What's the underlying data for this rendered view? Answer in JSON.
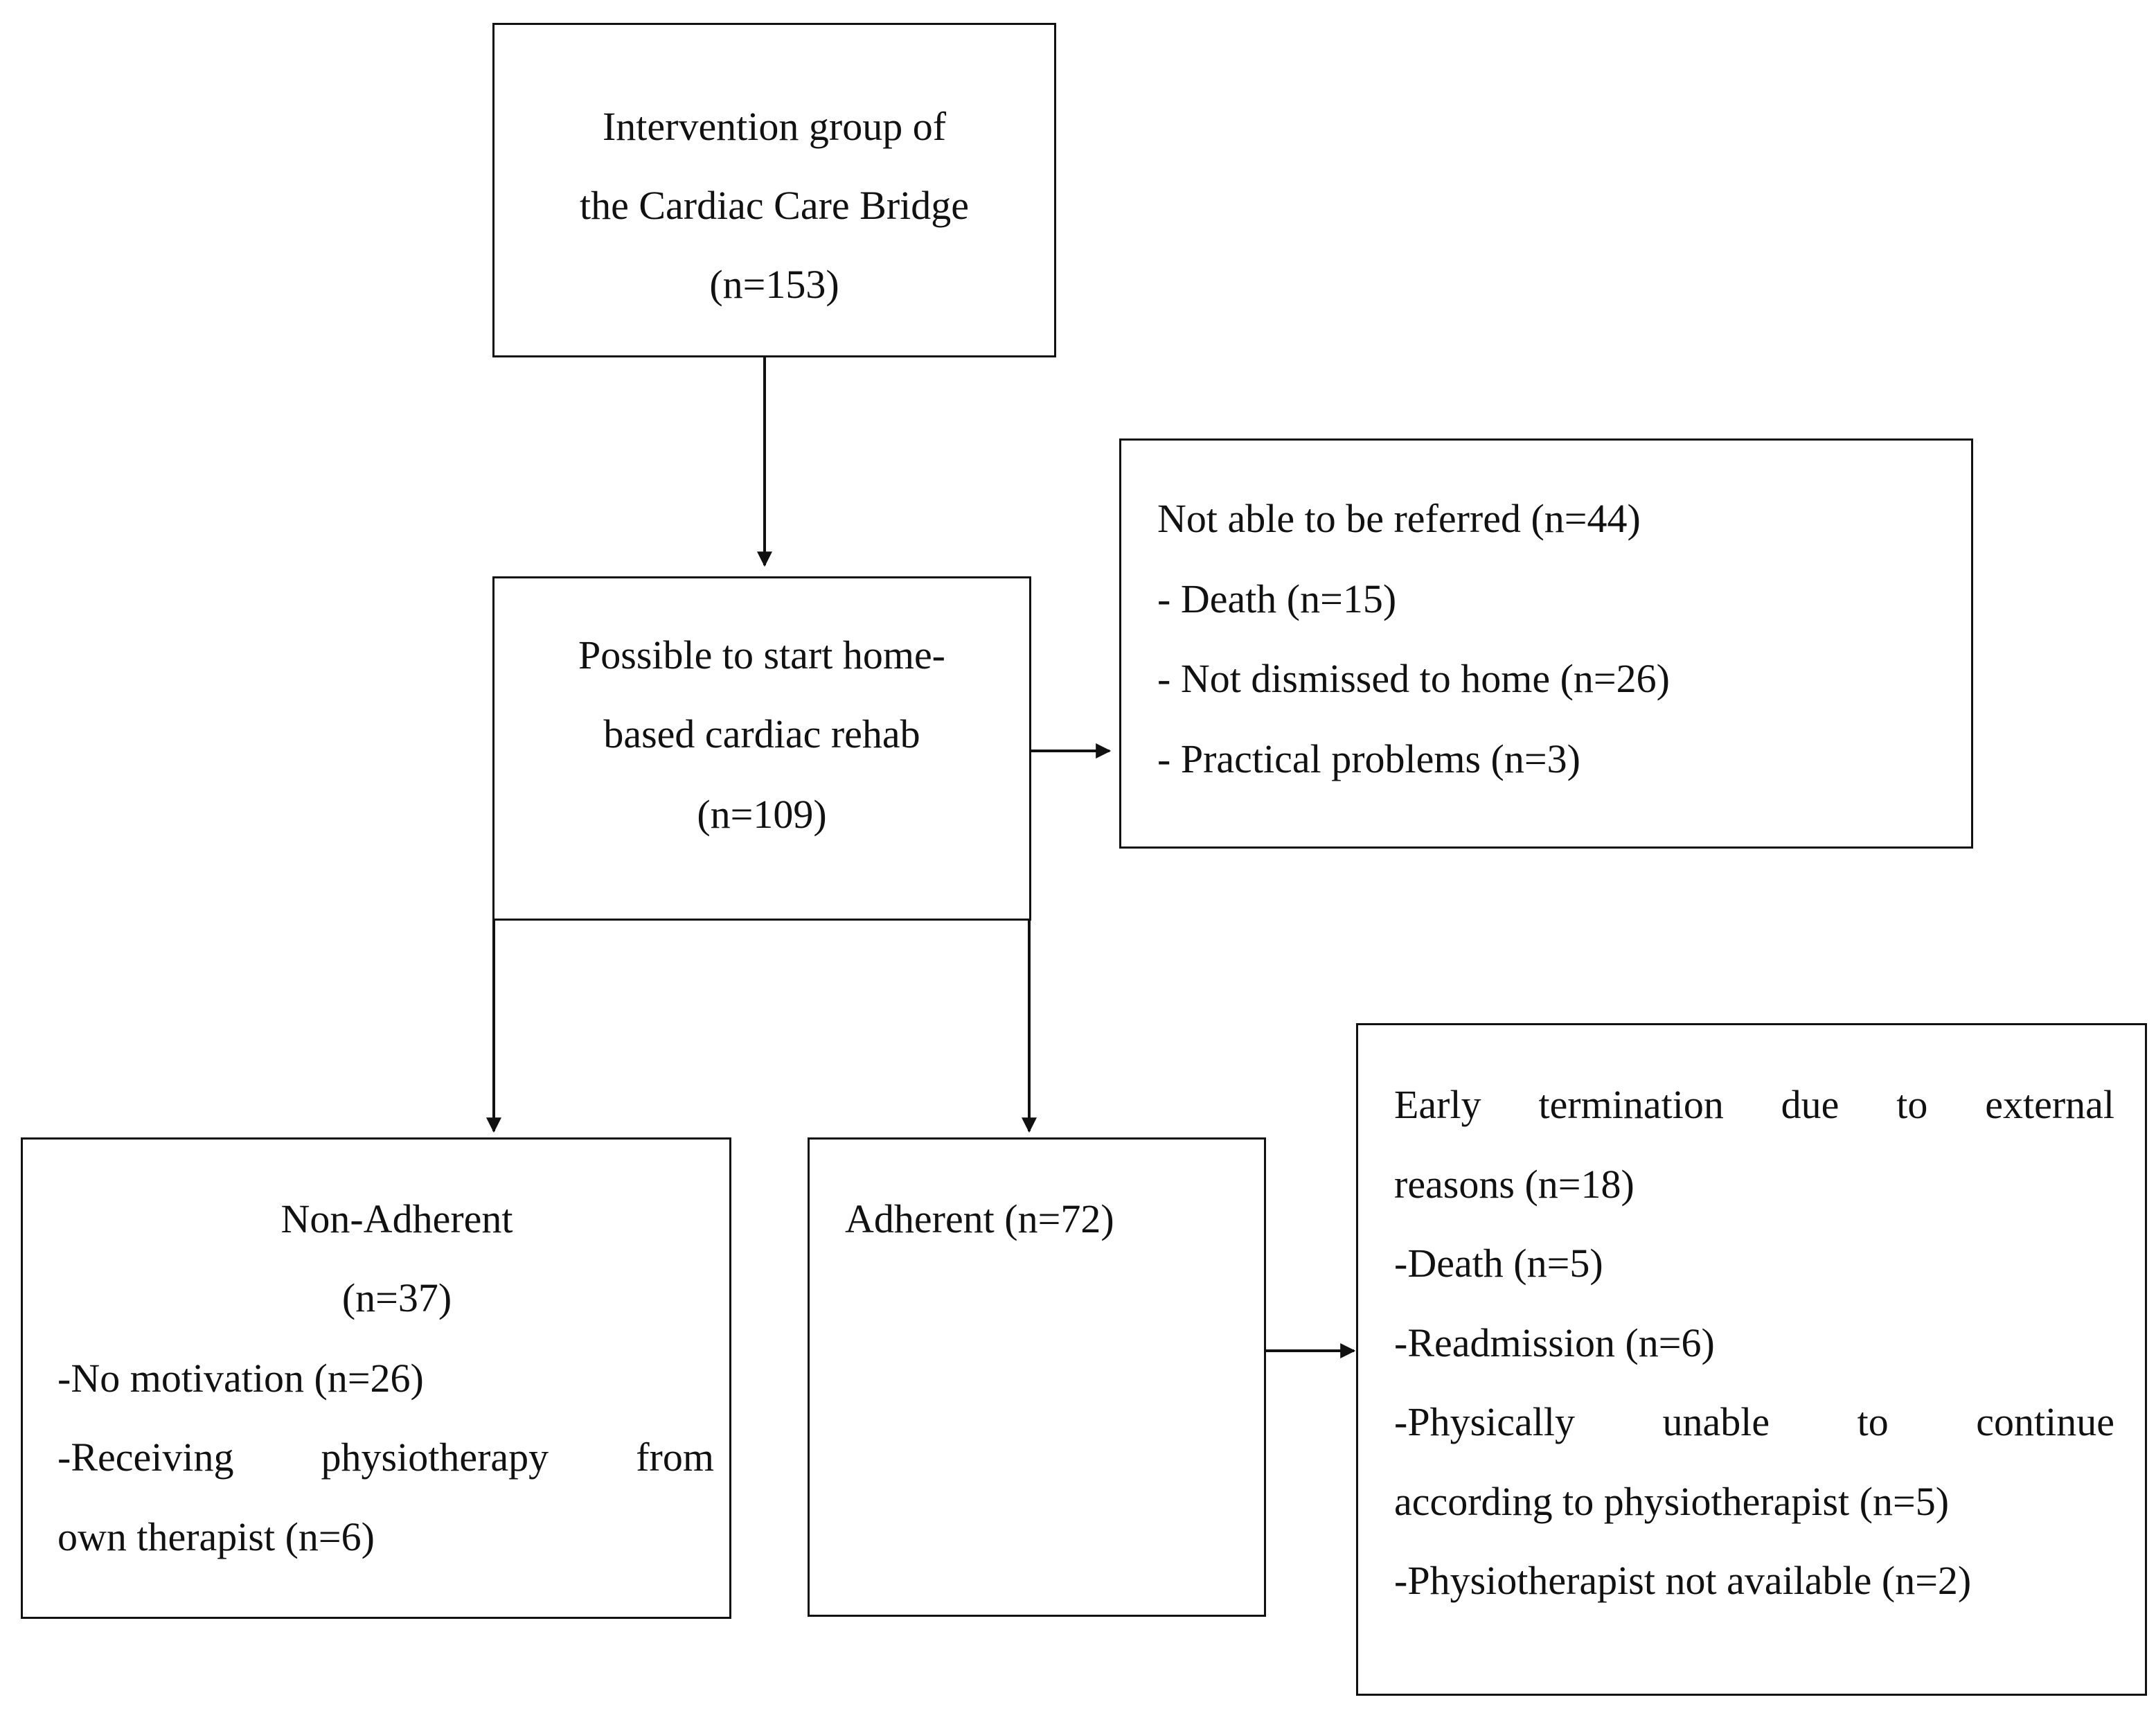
{
  "intervention_box": {
    "line1": "Intervention group of",
    "line2": "the Cardiac Care Bridge",
    "line3": "(n=153)"
  },
  "home_rehab_box": {
    "line1": "Possible to start home-",
    "line2": "based cardiac rehab",
    "line3": "(n=109)"
  },
  "not_referred_box": {
    "title": "Not able to be referred (n=44)",
    "items": [
      "- Death (n=15)",
      "- Not dismissed to home (n=26)",
      "- Practical problems (n=3)"
    ]
  },
  "non_adherent_box": {
    "title": "Non-Adherent",
    "count": "(n=37)",
    "items": [
      "-No motivation (n=26)",
      "-Receiving physiotherapy from",
      "own therapist (n=6)"
    ]
  },
  "adherent_box": {
    "title": "Adherent (n=72)"
  },
  "early_termination_box": {
    "line1": "Early termination due to external",
    "line2": "reasons (n=18)",
    "items": [
      "-Death (n=5)",
      "-Readmission (n=6)",
      "-Physically unable to continue",
      "according to physiotherapist (n=5)",
      "-Physiotherapist not available (n=2)"
    ]
  }
}
